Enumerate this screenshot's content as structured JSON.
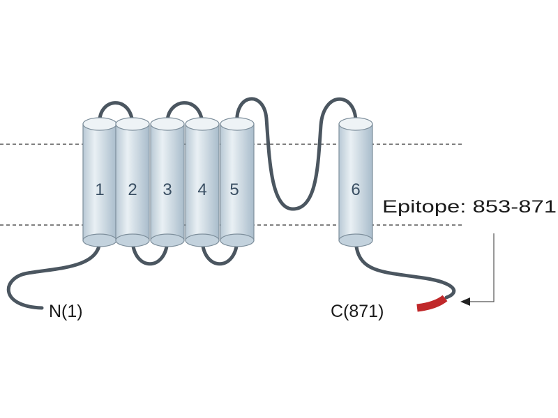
{
  "diagram": {
    "helices": [
      {
        "label": "1"
      },
      {
        "label": "2"
      },
      {
        "label": "3"
      },
      {
        "label": "4"
      },
      {
        "label": "5"
      },
      {
        "label": "6"
      }
    ],
    "n_terminus_label": "N(1)",
    "c_terminus_label": "C(871)",
    "epitope_label": "Epitope: 853-871",
    "colors": {
      "helix_fill": "#d6e2ea",
      "helix_top": "#eef3f6",
      "helix_stroke": "#7e8f9c",
      "loop_stroke": "#4b5660",
      "membrane_line": "#555555",
      "epitope": "#c0282a"
    }
  }
}
